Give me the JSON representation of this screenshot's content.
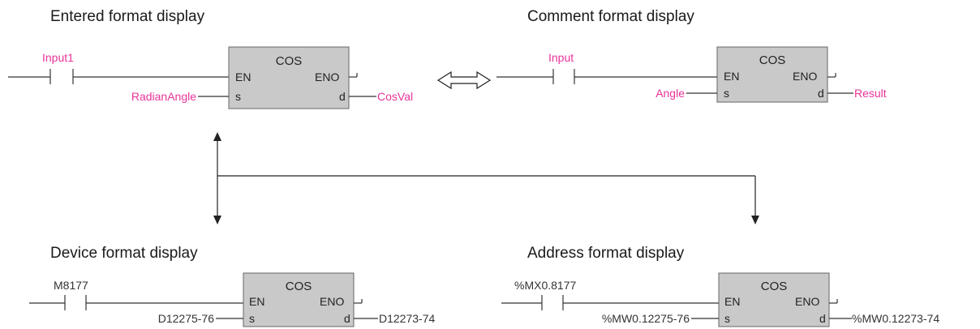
{
  "colors": {
    "label_magenta": "#e8339a",
    "label_black": "#333333",
    "block_fill": "#c9c9c9"
  },
  "panels": {
    "entered": {
      "heading": "Entered format display",
      "contact": "Input1",
      "input": "RadianAngle",
      "output": "CosVal",
      "block": {
        "title": "COS",
        "en": "EN",
        "eno": "ENO",
        "s": "s",
        "d": "d"
      }
    },
    "comment": {
      "heading": "Comment format display",
      "contact": "Input",
      "input": "Angle",
      "output": "Result",
      "block": {
        "title": "COS",
        "en": "EN",
        "eno": "ENO",
        "s": "s",
        "d": "d"
      }
    },
    "device": {
      "heading": "Device format display",
      "contact": "M8177",
      "input": "D12275-76",
      "output": "D12273-74",
      "block": {
        "title": "COS",
        "en": "EN",
        "eno": "ENO",
        "s": "s",
        "d": "d"
      }
    },
    "address": {
      "heading": "Address format display",
      "contact": "%MX0.8177",
      "input": "%MW0.12275-76",
      "output": "%MW0.12273-74",
      "block": {
        "title": "COS",
        "en": "EN",
        "eno": "ENO",
        "s": "s",
        "d": "d"
      }
    }
  },
  "connectors": {
    "double_arrow_icon": "horizontal-double-arrow",
    "branch_arrows": "up-down-and-down"
  }
}
